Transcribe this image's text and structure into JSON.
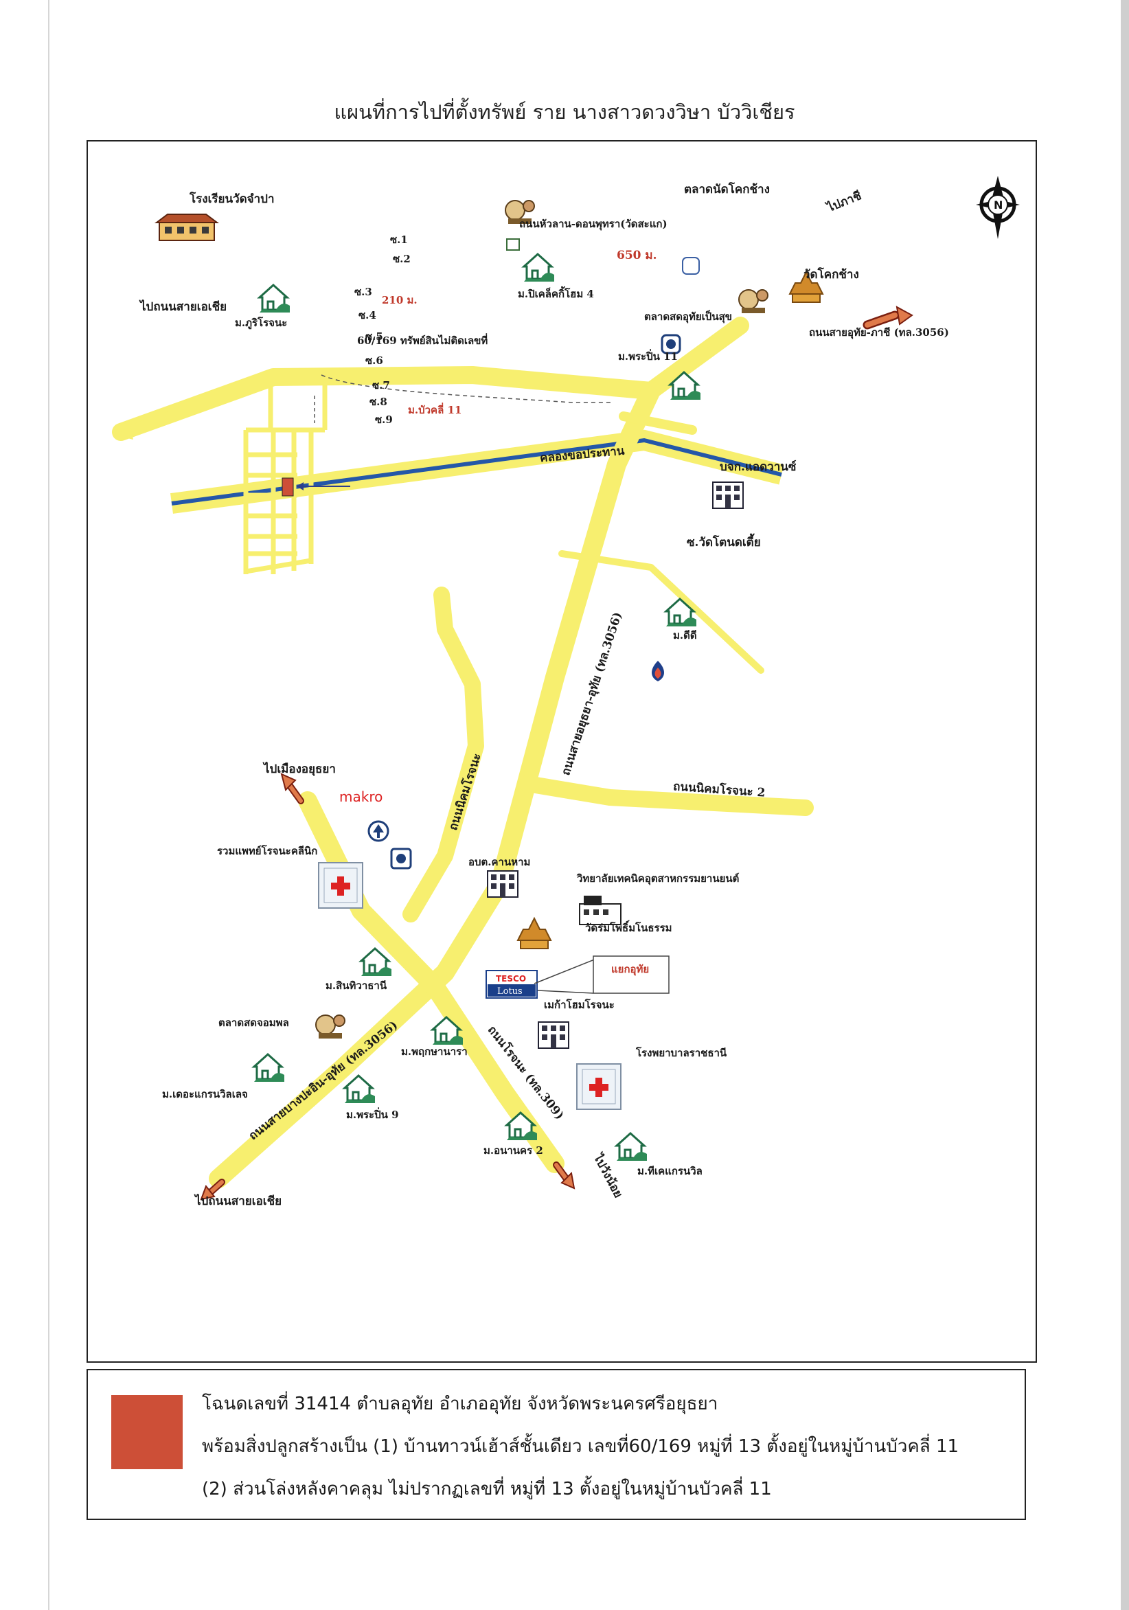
{
  "title": "แผนที่การไปที่ตั้งทรัพย์ ราย นางสาวดวงวิษา บัววิเชียร",
  "map": {
    "places": {
      "school": "โรงเรียนวัดจำปา",
      "market_kokchang": "ตลาดนัดโคกช้าง",
      "road_top": "ถนนหัวลาน-ดอนพุทรา(วัดสะแก)",
      "to_phachi": "ไปภาชี",
      "dist_650": "650 ม.",
      "wat_kokchang": "วัดโคกช้าง",
      "to_asia_top": "ไปถนนสายเอเชีย",
      "m_phuri": "ม.ภูริโรจนะ",
      "m_pickel": "ม.ปิเคล็คกิ้โฮม 4",
      "market_uthai": "ตลาดสดอุทัยเป็นสุข",
      "road_3056_label": "ถนนสายอุทัย-ภาชี (ทล.3056)",
      "asset_label": "60/169 ทรัพย์สินไม่ติดเลขที่",
      "m_praphin11": "ม.พระปิ่น 11",
      "dist_210": "210 ม.",
      "m_buakhli": "ม.บัวคลี่ 11",
      "soi1": "ซ.1",
      "soi2": "ซ.2",
      "soi3": "ซ.3",
      "soi4": "ซ.4",
      "soi5": "ซ.5",
      "soi6": "ซ.6",
      "soi7": "ซ.7",
      "soi8": "ซ.8",
      "soi9": "ซ.9",
      "canal": "คลองขอประทาน",
      "bor_chor_kor": "บจก.แอดวานซ์",
      "soi_wat_tontia": "ซ.วัดโตนดเตี้ย",
      "m_dd": "ม.ดีดี",
      "road_ayutthaya_uthai": "ถนนสายอยุธยา-อุทัย (ทล.3056)",
      "road_nikhom_rojana": "ถนนนิคมโรจนะ",
      "road_nikhom_rojana2": "ถนนนิคมโรจนะ 2",
      "to_ayutthaya": "ไปเมืองอยุธยา",
      "makro": "makro",
      "clinic": "รวมแพทย์โรจนะคลีนิก",
      "obt_khanham": "อบต.คานหาม",
      "college": "วิทยาลัยเทคนิคอุตสาหกรรมยานยนต์",
      "wat_rom": "วัดร่มโพธิ์มโนธรรม",
      "yaek_uthai": "แยกอุทัย",
      "m_sinthiwa": "ม.สินทิวาธานี",
      "tesco_1": "TESCO",
      "tesco_2": "Lotus",
      "mega_home": "เมก้าโฮมโรจนะ",
      "market_amphon": "ตลาดสดจอมพล",
      "road_bangpain": "ถนนสายบางปะอิน-อุทัย (ทล.3056)",
      "m_phruksa": "ม.พฤกษานารา",
      "road_rojana": "ถนนโรจนะ (ทล.309)",
      "hospital": "โรงพยาบาลราชธานี",
      "m_grandville": "ม.เดอะแกรนวิลเลจ",
      "m_praphin9": "ม.พระปิ่น 9",
      "m_anan": "ม.อนานคร 2",
      "m_tk": "ม.ทีเคแกรนวิล",
      "to_wangnoi": "ไปวังน้อย",
      "to_asia_bottom": "ไปถนนสายเอเชีย",
      "north": "N"
    },
    "colors": {
      "road": "#f7ef6f",
      "canal": "#2457a8",
      "asset": "#cd4f37",
      "label_red": "#c0392b",
      "house_icon": "#2e8b57",
      "arrow": "#d9643b"
    }
  },
  "legend": {
    "swatch_color": "#cd4f37",
    "line1": "โฉนดเลขที่ 31414 ตำบลอุทัย อำเภออุทัย จังหวัดพระนครศรีอยุธยา",
    "line2": "พร้อมสิ่งปลูกสร้างเป็น (1) บ้านทาวน์เฮ้าส์ชั้นเดียว เลขที่60/169 หมู่ที่ 13 ตั้งอยู่ในหมู่บ้านบัวคลี่ 11",
    "line3": "(2) ส่วนโล่งหลังคาคลุม ไม่ปรากฏเลขที่ หมู่ที่ 13 ตั้งอยู่ในหมู่บ้านบัวคลี่ 11"
  }
}
